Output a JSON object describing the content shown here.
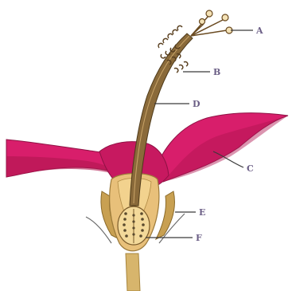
{
  "diagram": {
    "labels": {
      "a": "A",
      "b": "B",
      "c": "C",
      "d": "D",
      "e": "E",
      "f": "F"
    },
    "colors": {
      "petal": "#d81e6b",
      "petal_shadow": "#b0154f",
      "sepal_stalk": "#c8a052",
      "receptacle": "#e8c07a",
      "style": "#8a6a3a",
      "ovary_wall": "#f3d99a",
      "ovules": "#5a4a2e",
      "label_text": "#6b5e86"
    }
  }
}
